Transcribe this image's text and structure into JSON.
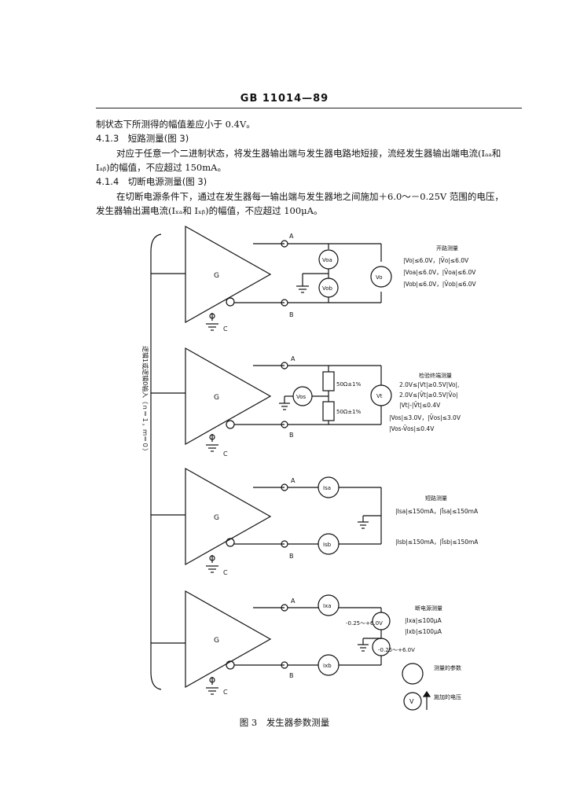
{
  "header": {
    "standard_no": "GB 11014—89"
  },
  "body": {
    "line1": "制状态下所测得的幅值差应小于 0.4V。",
    "s413_title": "4.1.3　短路测量(图 3)",
    "s413_p1": "对应于任意一个二进制状态，将发生器输出端与发生器电路地短接，流经发生器输出端电流(Iₐₐ和",
    "s413_p2": "Iₐᵦ)的幅值，不应超过 150mA。",
    "s414_title": "4.1.4　切断电源测量(图 3)",
    "s414_p1": "在切断电源条件下，通过在发生器每一输出端与发生器地之间施加＋6.0～－0.25V 范围的电压，",
    "s414_p2": "发生器输出漏电流(Iₓₐ和 Iₓᵦ)的幅值，不应超过 100μA。"
  },
  "diagram": {
    "side_label": "逻辑1或逻辑0输入（ｎ＝１，ｍ＝０）",
    "panel1": {
      "gen": "G",
      "a": "A",
      "b": "B",
      "c": "C",
      "voa": "Voa",
      "vob": "Vob",
      "vo": "Vo",
      "title": "开路测量",
      "l1": "|Vo|≤6.0V，|V̄o|≤6.0V",
      "l2": "|Voa|≤6.0V，|V̄oa|≤6.0V",
      "l3": "|Vob|≤6.0V，|V̄ob|≤6.0V"
    },
    "panel2": {
      "gen": "G",
      "a": "A",
      "b": "B",
      "c": "C",
      "vos": "Vos",
      "vt": "Vt",
      "r1": "50Ω±1%",
      "r2": "50Ω±1%",
      "title": "检验终端测量",
      "l1": "2.0V≤|Vt|≥0.5V|Vo|,",
      "l2": "2.0V≤|V̄t|≥0.5V|V̄o|",
      "l3": "|Vt|-|V̄t|≤0.4V",
      "l4": "|Vos|≤3.0V，|V̄os|≤3.0V",
      "l5": "|Vos-V̄os|≤0.4V"
    },
    "panel3": {
      "gen": "G",
      "a": "A",
      "b": "B",
      "c": "C",
      "isa": "Isa",
      "isb": "Isb",
      "title": "短路测量",
      "l1": "|Isa|≤150mA，|Īsa|≤150mA",
      "l2": "|Isb|≤150mA，|Īsb|≤150mA"
    },
    "panel4": {
      "gen": "G",
      "a": "A",
      "b": "B",
      "c": "C",
      "ixa": "Ixa",
      "ixb": "Ixb",
      "v1": "-0.25～+6.0V",
      "v2": "-0.25～+6.0V",
      "title": "断电源测量",
      "l1": "|Ixa|≤100μA",
      "l2": "|Ixb|≤100μA"
    },
    "legend": {
      "measured": "测量的参数",
      "v": "V",
      "applied": "施加的电压"
    }
  },
  "caption": "图 3　发生器参数测量"
}
